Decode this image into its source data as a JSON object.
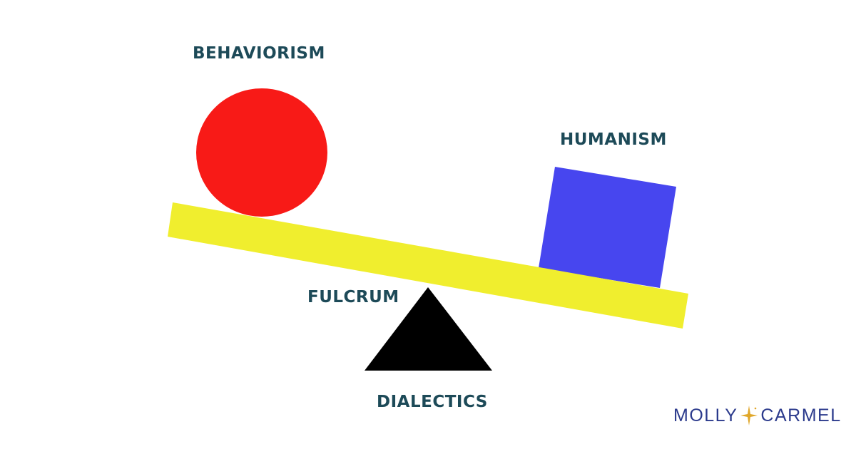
{
  "labels": {
    "behaviorism": "BEHAVIORISM",
    "humanism": "HUMANISM",
    "fulcrum": "FULCRUM",
    "dialectics": "DIALECTICS"
  },
  "logo": {
    "left": "MOLLY",
    "right": "CARMEL"
  },
  "colors": {
    "circle": "#f81a17",
    "square": "#4746ef",
    "beam": "#f0ee2e",
    "fulcrum": "#000000",
    "label": "#1d4a58",
    "logo_text": "#2b3a8c",
    "logo_star": "#e0a72a"
  }
}
